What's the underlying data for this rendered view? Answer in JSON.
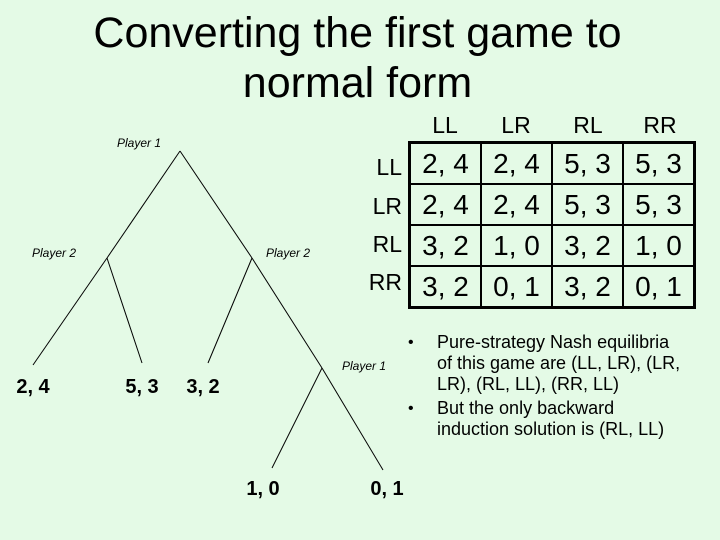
{
  "title": {
    "line1": "Converting the first game to",
    "line2": "normal form"
  },
  "tree": {
    "node_labels": {
      "root": "Player 1",
      "left": "Player 2",
      "right": "Player 2",
      "inner": "Player 1"
    },
    "leaves": [
      "2, 4",
      "5, 3",
      "3, 2",
      "1, 0",
      "0, 1"
    ]
  },
  "matrix": {
    "col_headers": [
      "LL",
      "LR",
      "RL",
      "RR"
    ],
    "row_headers": [
      "LL",
      "LR",
      "RL",
      "RR"
    ],
    "cells": [
      [
        "2, 4",
        "2, 4",
        "5, 3",
        "5, 3"
      ],
      [
        "2, 4",
        "2, 4",
        "5, 3",
        "5, 3"
      ],
      [
        "3, 2",
        "1, 0",
        "3, 2",
        "1, 0"
      ],
      [
        "3, 2",
        "0, 1",
        "3, 2",
        "0, 1"
      ]
    ]
  },
  "bullets": {
    "char": "•",
    "items": [
      {
        "lines": [
          "Pure-strategy Nash equilibria",
          "of this game are (LL, LR), (LR,",
          "LR), (RL, LL), (RR, LL)"
        ]
      },
      {
        "lines": [
          "But the only backward",
          "induction solution is (RL, LL)"
        ]
      }
    ]
  },
  "colors": {
    "background": "#E4FAE6",
    "text": "#000000",
    "matrix_border": "#000000"
  }
}
